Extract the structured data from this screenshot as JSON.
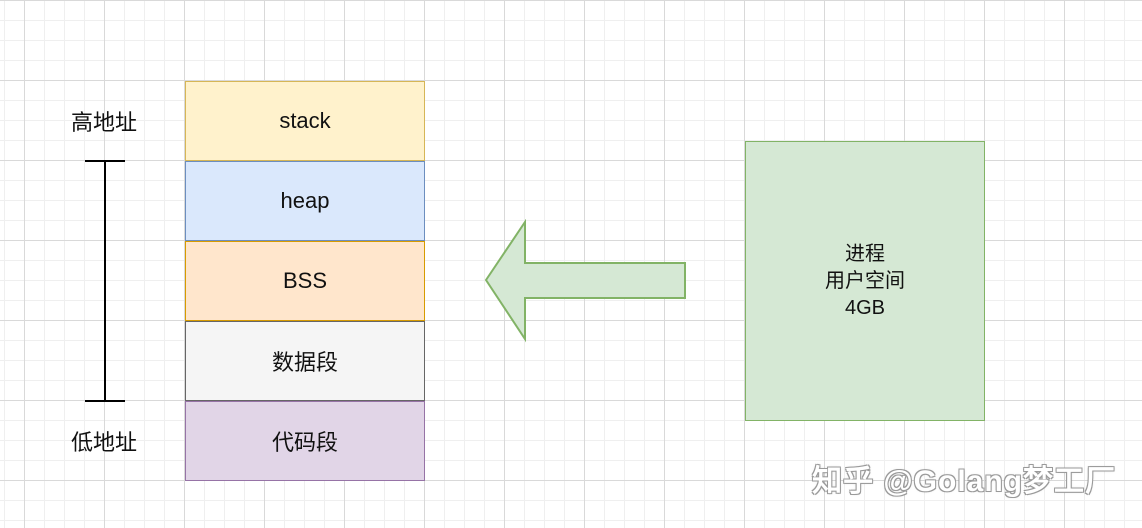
{
  "memory_layout": {
    "segments": [
      {
        "label": "stack",
        "fill": "#fff2cc",
        "border": "#d6b656"
      },
      {
        "label": "heap",
        "fill": "#dae8fc",
        "border": "#6c8ebf"
      },
      {
        "label": "BSS",
        "fill": "#ffe6cc",
        "border": "#d79b00"
      },
      {
        "label": "数据段",
        "fill": "#f5f5f5",
        "border": "#666666"
      },
      {
        "label": "代码段",
        "fill": "#e1d5e7",
        "border": "#9673a6"
      }
    ],
    "high_address_label": "高地址",
    "low_address_label": "低地址",
    "range_bar_color": "#000000"
  },
  "arrow": {
    "direction": "left",
    "fill": "#d5e8d4",
    "stroke": "#82b366"
  },
  "process": {
    "lines": [
      "进程",
      "用户空间",
      "4GB"
    ],
    "fill": "#d5e8d4",
    "border": "#82b366"
  },
  "watermark": {
    "text": "知乎 @Golang梦工厂"
  }
}
